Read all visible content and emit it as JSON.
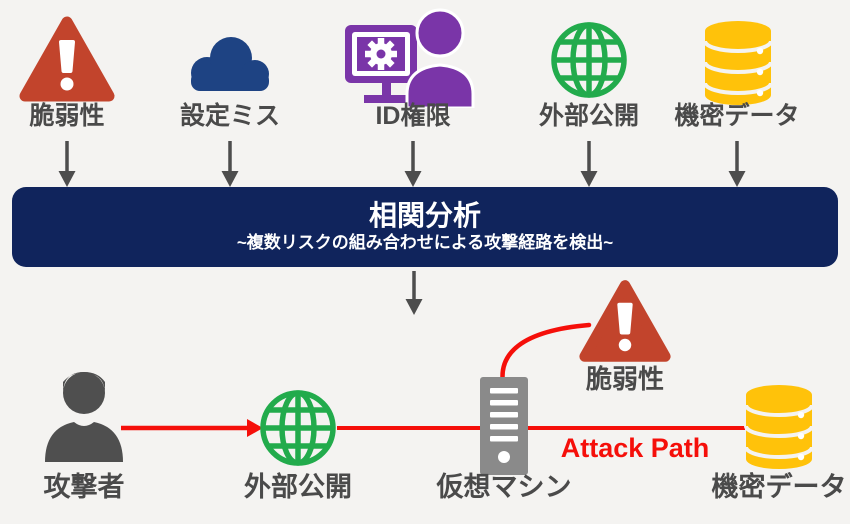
{
  "colors": {
    "background": "#f4f3f1",
    "risk_red": "#c2442c",
    "cloud_navy": "#1e4383",
    "identity_purple": "#7a35a8",
    "exposure_green": "#22ab4c",
    "data_yellow": "#ffc20a",
    "banner_navy": "#10245c",
    "attack_red": "#f50f0a",
    "label_gray": "#4a4a4a",
    "server_gray": "#8a8a8a",
    "attacker_gray": "#4f4f4f"
  },
  "top_risks": {
    "items": [
      {
        "label": "脆弱性",
        "icon": "warning-triangle-icon"
      },
      {
        "label": "設定ミス",
        "icon": "cloud-icon"
      },
      {
        "label": "ID権限",
        "icon": "monitor-gear-user-icon"
      },
      {
        "label": "外部公開",
        "icon": "globe-icon"
      },
      {
        "label": "機密データ",
        "icon": "database-icon"
      }
    ]
  },
  "analysis_banner": {
    "title": "相関分析",
    "subtitle": "~複数リスクの組み合わせによる攻撃経路を検出~"
  },
  "attack_flow": {
    "attacker_label": "攻撃者",
    "exposure_label": "外部公開",
    "vm_label": "仮想マシン",
    "vulnerability_label": "脆弱性",
    "data_label": "機密データ",
    "attack_path_label": "Attack Path"
  }
}
